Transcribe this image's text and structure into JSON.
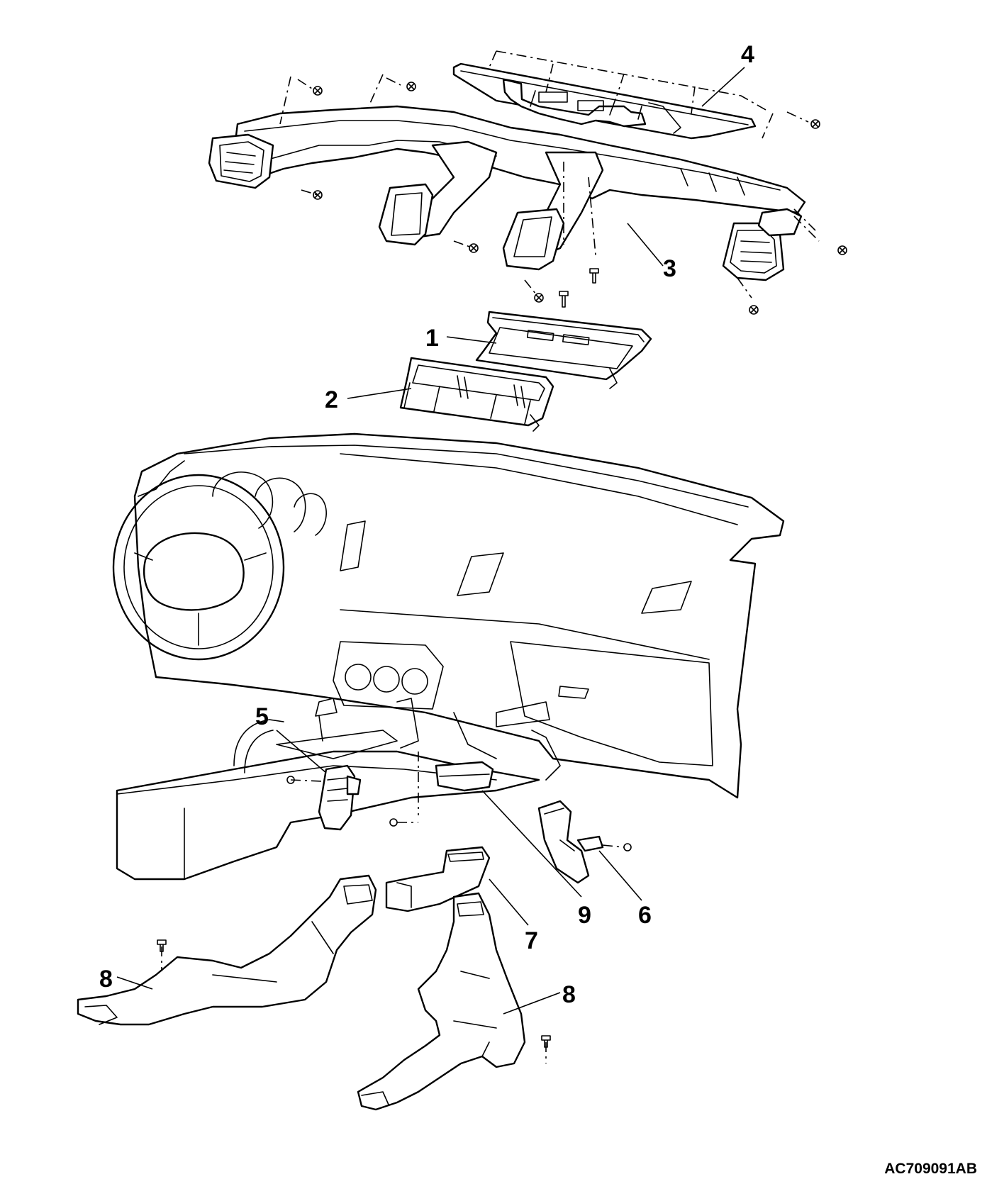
{
  "diagram": {
    "reference_code": "AC709091AB",
    "callouts": [
      {
        "id": "c1",
        "label": "1"
      },
      {
        "id": "c2",
        "label": "2"
      },
      {
        "id": "c3",
        "label": "3"
      },
      {
        "id": "c4",
        "label": "4"
      },
      {
        "id": "c5",
        "label": "5"
      },
      {
        "id": "c6",
        "label": "6"
      },
      {
        "id": "c7",
        "label": "7"
      },
      {
        "id": "c8a",
        "label": "8"
      },
      {
        "id": "c8b",
        "label": "8"
      },
      {
        "id": "c9",
        "label": "9"
      }
    ]
  }
}
